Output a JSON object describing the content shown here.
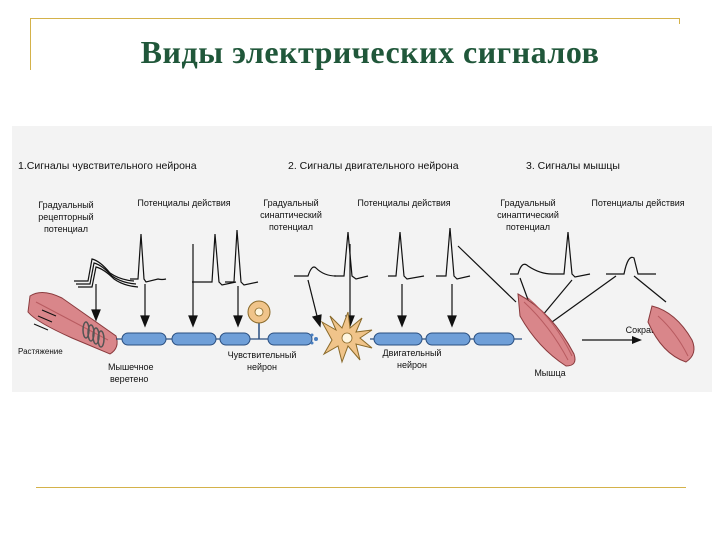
{
  "slide": {
    "title": "Виды электрических сигналов",
    "accent_color": "#d4b24a",
    "title_color": "#20573a"
  },
  "diagram": {
    "section_headers": [
      "1.Сигналы чувствительного нейрона",
      "2. Сигналы двигательного нейрона",
      "3. Сигналы мышцы"
    ],
    "signal_labels": {
      "graded_receptor": [
        "Градуальный",
        "рецепторный",
        "потенциал"
      ],
      "action_potentials_1": "Потенциалы действия",
      "graded_synaptic_1": [
        "Градуальный",
        "синаптический",
        "потенциал"
      ],
      "action_potentials_2": "Потенциалы действия",
      "graded_synaptic_2": [
        "Градуальный",
        "синаптический",
        "потенциал"
      ],
      "action_potentials_3": "Потенциалы действия"
    },
    "structure_labels": {
      "stretch": "Растяжение",
      "muscle_spindle": [
        "Мышечное",
        "веретено"
      ],
      "sensory_neuron": [
        "Чувствительный",
        "нейрон"
      ],
      "motor_neuron": [
        "Двигательный",
        "нейрон"
      ],
      "muscle": "Мышца",
      "contraction": "Сокращение"
    },
    "colors": {
      "axon": "#4a7fc0",
      "myelin": "#6f9fd8",
      "muscle_fiber": "#d9868a",
      "neuron_body": "#f0c48a"
    }
  }
}
